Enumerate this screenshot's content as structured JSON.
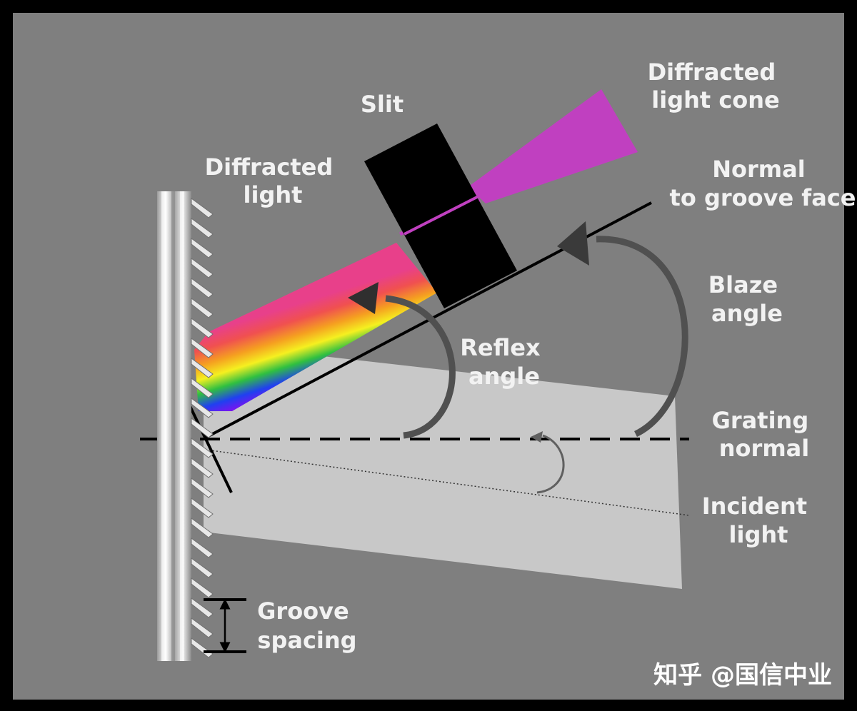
{
  "labels": {
    "slit": "Slit",
    "diffracted_light_cone": [
      "Diffracted",
      "light cone"
    ],
    "diffracted_light": [
      "Diffracted",
      "light"
    ],
    "normal_to_groove_face": [
      "Normal",
      "to groove face"
    ],
    "blaze_angle": [
      "Blaze",
      "angle"
    ],
    "reflex_angle": [
      "Reflex",
      "angle"
    ],
    "grating_normal": [
      "Grating",
      "normal"
    ],
    "incident_light": [
      "Incident",
      "light"
    ],
    "groove_spacing": [
      "Groove",
      "spacing"
    ]
  },
  "watermark": "知乎 @国信中业",
  "colors": {
    "background": "#7f7f7f",
    "frame": "#000000",
    "cone": "#c040c0",
    "incident_beam": "#c8c8c8",
    "slit": "#000000",
    "text": "#f2f2f2",
    "arrows": "#505050"
  },
  "icons": {
    "grating": "grating-icon",
    "slit": "slit-icon",
    "spectrum": "spectrum-beam",
    "curved_arrow": "curved-arrow-icon"
  }
}
